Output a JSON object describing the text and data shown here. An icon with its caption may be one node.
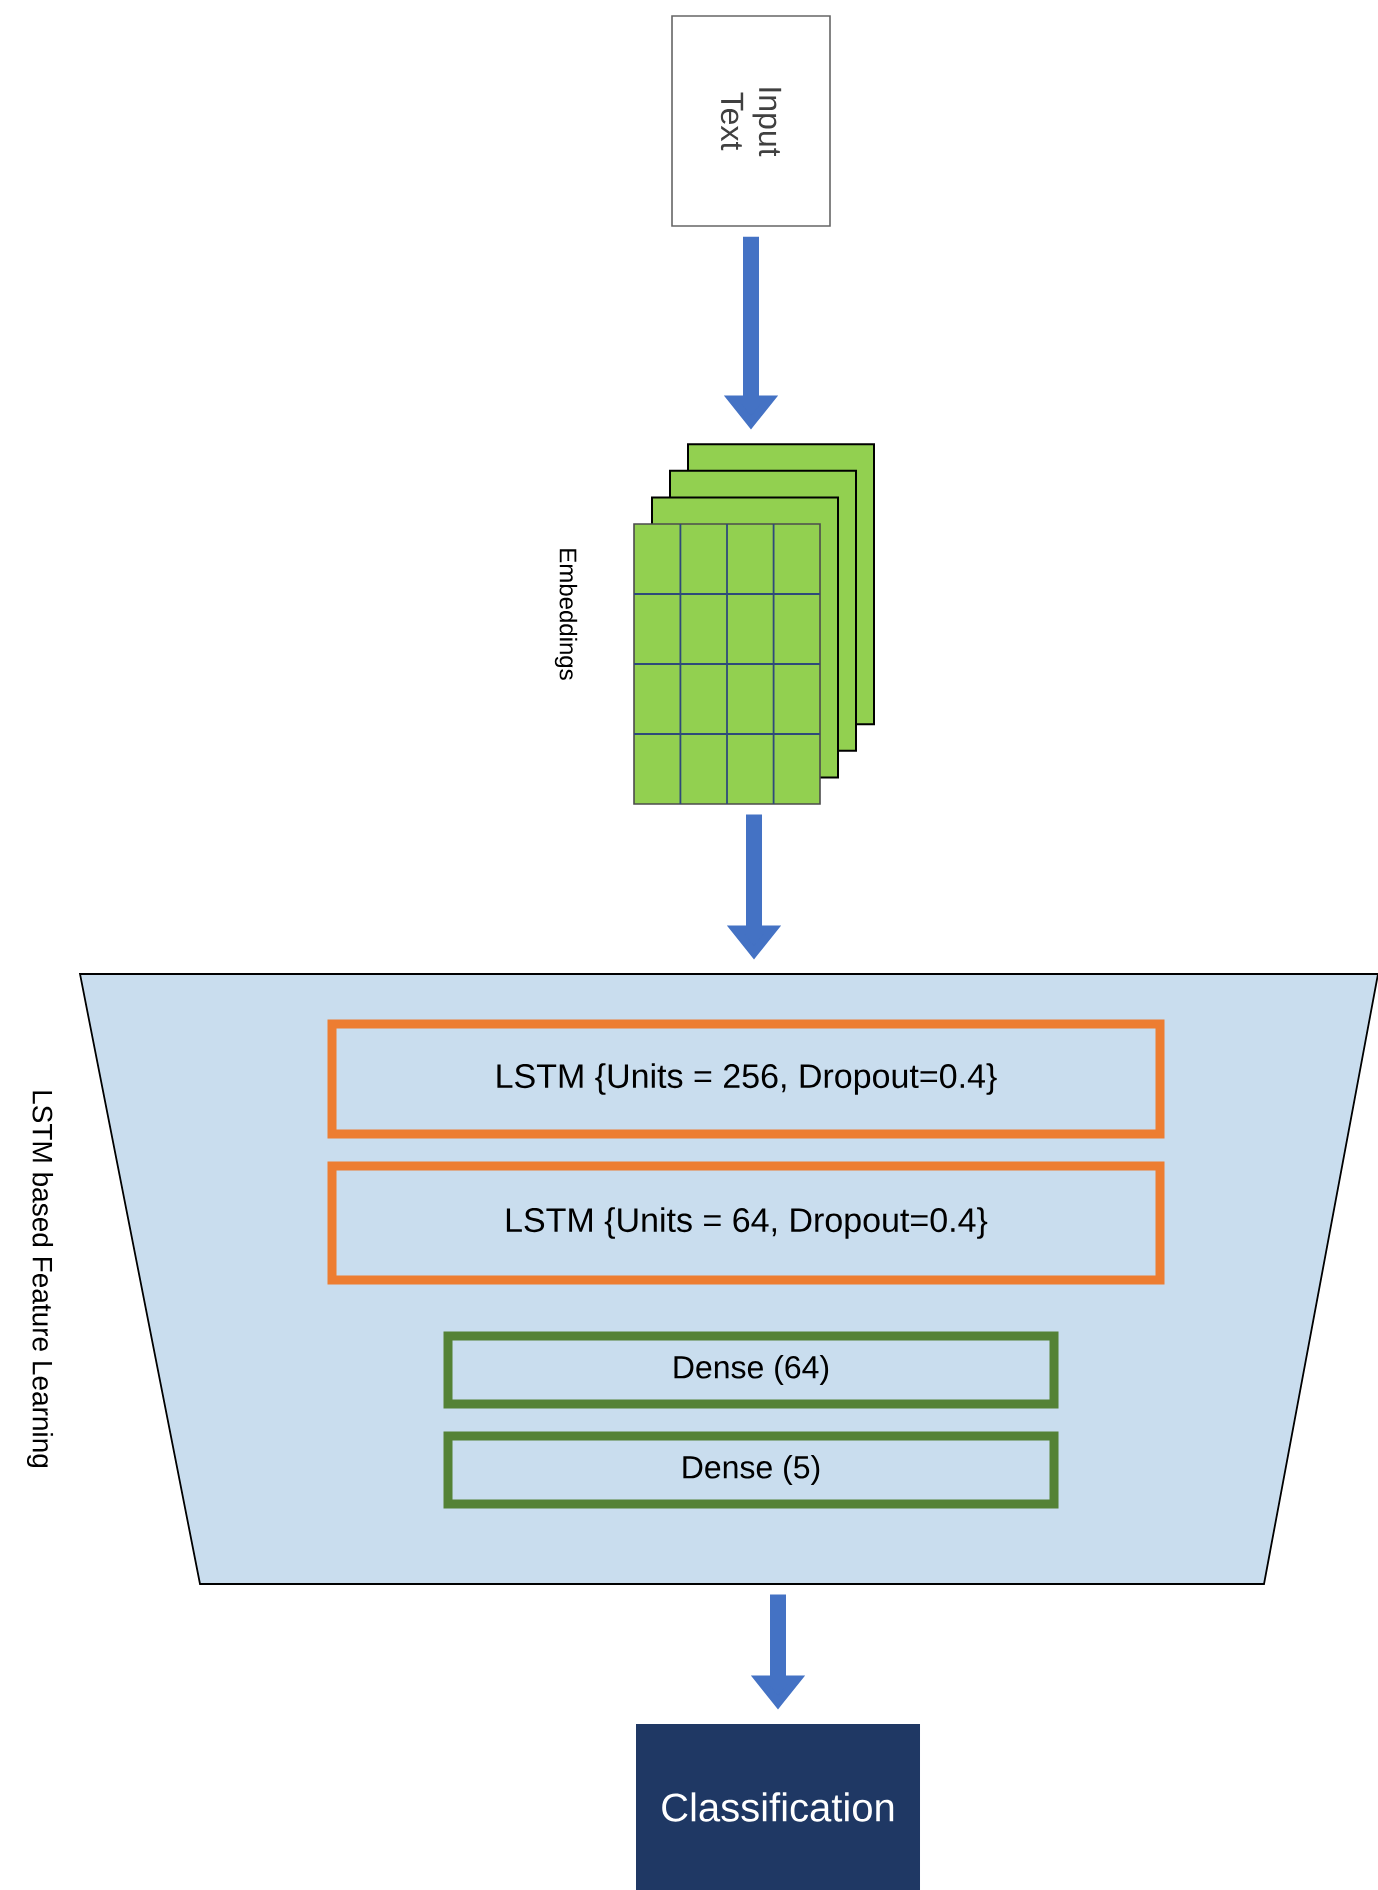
{
  "diagram": {
    "nodes": [
      {
        "text": [
          "Input Text"
        ]
      },
      {
        "text": [],
        "shape": "picture",
        "beside": [
          "Embeddings"
        ]
      },
      {
        "text": [
          "LSTM based Feature Learning"
        ]
      },
      {
        "text": [
          "LSTM {Units = 256, Dropout=0.4}"
        ],
        "in": 2
      },
      {
        "text": [
          "LSTM {Units = 64, Dropout=0.4}"
        ],
        "in": 2
      },
      {
        "text": [
          "Dense (64)"
        ],
        "in": 2
      },
      {
        "text": [
          "Dense (5)"
        ],
        "in": 2
      },
      {
        "text": [
          "Classification"
        ]
      }
    ],
    "edges": [
      {
        "from": 0,
        "to": 1,
        "arrow": "to"
      },
      {
        "from": 1,
        "to": 2,
        "arrow": "to"
      },
      {
        "from": 2,
        "to": 7,
        "arrow": "to"
      }
    ]
  }
}
